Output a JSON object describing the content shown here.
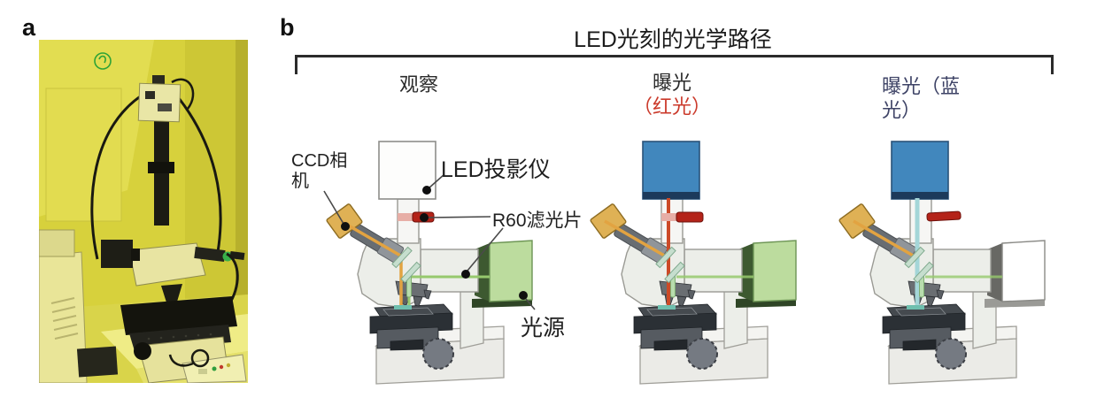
{
  "figure": {
    "panel_a_label": "a",
    "panel_b_label": "b",
    "title": "LED光刻的光学路径",
    "columns": [
      {
        "label": "观察",
        "color": "#2b2b2b"
      },
      {
        "label": "曝光",
        "sublabel": "（红光）",
        "color": "#2b2b2b",
        "sublabel_color": "#cb3a2b"
      },
      {
        "label": "曝光（蓝光）",
        "label_lines": [
          "曝光（蓝",
          "光）"
        ],
        "color": "#3e4366"
      }
    ],
    "annotations": {
      "ccd_camera": {
        "text": "CCD相机",
        "lines": [
          "CCD相",
          "机"
        ]
      },
      "led_projector": {
        "text": "LED投影仪"
      },
      "r60_filter": {
        "text": "R60滤光片"
      },
      "light_source": {
        "text": "光源"
      }
    }
  },
  "diagrams": [
    {
      "mode_label": "观察",
      "projector_on": false,
      "filter_inserted": true,
      "source_on": true,
      "projector_fill": "#fdfdfc",
      "projector_stroke": "#8e8e8a",
      "projector_base": "#fdfdfc",
      "beam_color": "#e2a341",
      "source_fill": "#bcdc9e",
      "source_side": "#3d5930",
      "source_bottom": "#2f4526",
      "source_stroke": "#6d9555"
    },
    {
      "mode_label": "曝光（红光）",
      "projector_on": true,
      "filter_inserted": true,
      "source_on": true,
      "projector_fill": "#4187bd",
      "projector_stroke": "#2a5379",
      "projector_base": "#1c3a5b",
      "beam_color": "#cc4a27",
      "source_fill": "#bcdc9e",
      "source_side": "#3d5930",
      "source_bottom": "#2f4526",
      "source_stroke": "#6d9555"
    },
    {
      "mode_label": "曝光（蓝光）",
      "projector_on": true,
      "filter_inserted": false,
      "source_on": false,
      "projector_fill": "#4187bd",
      "projector_stroke": "#2a5379",
      "projector_base": "#1c3a5b",
      "beam_color": "#a4d6d8",
      "source_fill": "#ffffff",
      "source_side": "#686864",
      "source_bottom": "#9a9a96",
      "source_stroke": "#8a8a86"
    }
  ],
  "colors": {
    "body": "#eceee9",
    "body_stroke": "#9a9a94",
    "base": "#ebebe7",
    "base_top": "#f4f4f1",
    "stage_top": "#454a4f",
    "stage_front": "#2b3035",
    "stage_mid": "#565b61",
    "knob": "#757a82",
    "splitter": "#c6dece",
    "lens": "#b8dcad",
    "orange_beam": "#e2a341",
    "green_beam": "#96c96d",
    "rod": "#b42319",
    "band": "#e7aea6",
    "red_filter": "#c1281c",
    "ccd_gold": "#dfb155",
    "eyepiece_tube": "#686d72",
    "sample": "#6fbfae",
    "leader": "#4a4a4a",
    "dot": "#0f0f0f",
    "photo_bg": "#d7d13c"
  }
}
